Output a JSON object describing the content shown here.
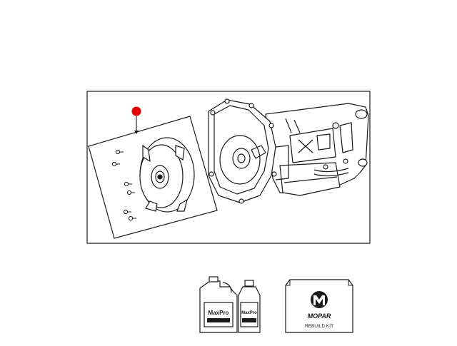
{
  "products": {
    "fluid_large": {
      "brand": "MaxPro"
    },
    "fluid_small": {
      "brand": "MaxPro"
    },
    "kit": {
      "brand": "MOPAR",
      "label": "REBUILD KIT"
    }
  },
  "colors": {
    "callout_marker": "#e00000",
    "line_art": "#1a1a1a",
    "background": "#ffffff"
  },
  "icons": {
    "callout": "callout-marker-icon",
    "logo": "mopar-logo-icon"
  }
}
